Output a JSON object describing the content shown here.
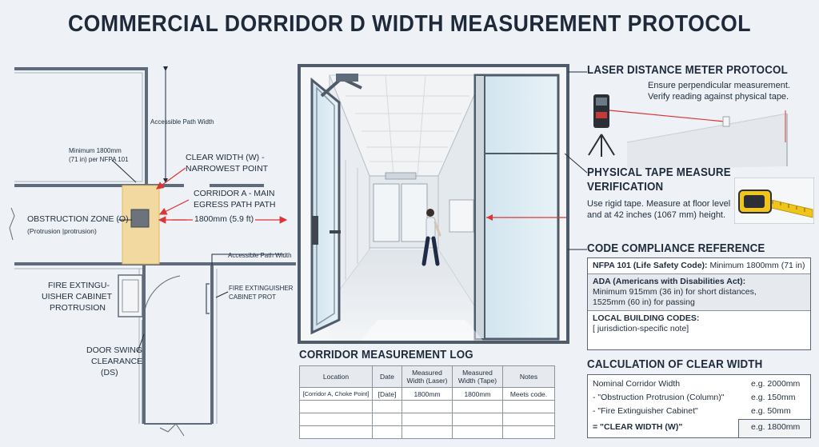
{
  "title": "COMMERCIAL DORRIDOR  D WIDTH MEASUREMENT PROTOCOL",
  "plan": {
    "accessible_path_top": "Accessible Path Width",
    "minimum_note_line1": "Minimum 1800mm",
    "minimum_note_line2": "(71 in) per NFPA 101",
    "clear_width_line1": "CLEAR WIDTH (W) -",
    "clear_width_line2": "NARROWEST POINT",
    "corridor_a_line1": "CORRIDOR A - MAIN",
    "corridor_a_line2": "EGRESS PATH PATH",
    "width_value": "1800mm (5.9 ft)",
    "obstruction_line1": "OBSTRUCTION ZONE (O)",
    "obstruction_line2": "(Protrusion |protrusion)",
    "accessible_path_bottom": "Accessible Path Width",
    "fire_ext_line1": "FIRE EXTINGU-",
    "fire_ext_line2": "UISHER CABINET",
    "fire_ext_line3": "PROTRUSION",
    "fire_ext_right_line1": "FIRE EXTINGUISHER",
    "fire_ext_right_line2": "CABINET PROT",
    "door_swing_line1": "DOOR SWING",
    "door_swing_line2": "CLEARANCE",
    "door_swing_line3": "(DS)"
  },
  "laser": {
    "heading": "LASER DISTANCE METER PROTOCOL",
    "line1": "Ensure perpendicular measurement.",
    "line2": "Verify reading against physical tape."
  },
  "tape": {
    "heading_line1": "PHYSICAL TAPE MEASURE",
    "heading_line2": "VERIFICATION",
    "line1": "Use rigid tape. Measure at floor level",
    "line2": "and at 42 inches (1067 mm) height."
  },
  "code": {
    "heading": "CODE COMPLIANCE REFERENCE",
    "nfpa_bold": "NFPA 101 (Life Safety Code):",
    "nfpa_rest": " Minimum 1800mm (71 in)",
    "ada_bold": "ADA (Americans with Disabilities Act):",
    "ada_line1": "Minimum 915mm (36 in) for short distances,",
    "ada_line2": "1525mm (60 in) for passing",
    "local_bold": "LOCAL BUILDING CODES:",
    "local_line": "[ jurisdiction-specific note]"
  },
  "log": {
    "heading": "CORRIDOR MEASUREMENT LOG",
    "headers": [
      "Location",
      "Date",
      "Measured Width (Laser)",
      "Measured Width (Tape)",
      "Notes"
    ],
    "rows": [
      [
        "[Corridor A, Choke Point]",
        "[Date]",
        "1800mm",
        "1800mm",
        "Meets code."
      ],
      [
        "",
        "",
        "",
        "",
        ""
      ],
      [
        "",
        "",
        "",
        "",
        ""
      ],
      [
        "",
        "",
        "",
        "",
        ""
      ]
    ]
  },
  "calc": {
    "heading": "CALCULATION OF CLEAR WIDTH",
    "rows": [
      {
        "label": "Nominal Corridor Width",
        "value": "e.g. 2000mm"
      },
      {
        "label": "- \"Obstruction Protrusion (Column)\"",
        "value": "e.g. 150mm"
      },
      {
        "label": "- \"Fire Extinguisher Cabinet\"",
        "value": "e.g. 50mm"
      },
      {
        "label": "= \"CLEAR WIDTH (W)\"",
        "value": "e.g. 1800mm"
      }
    ]
  },
  "colors": {
    "accent_red": "#d93636",
    "wall": "#5f6b7a",
    "obstruction_zone": "#f2d9a0",
    "meter_yellow": "#f0c419"
  }
}
